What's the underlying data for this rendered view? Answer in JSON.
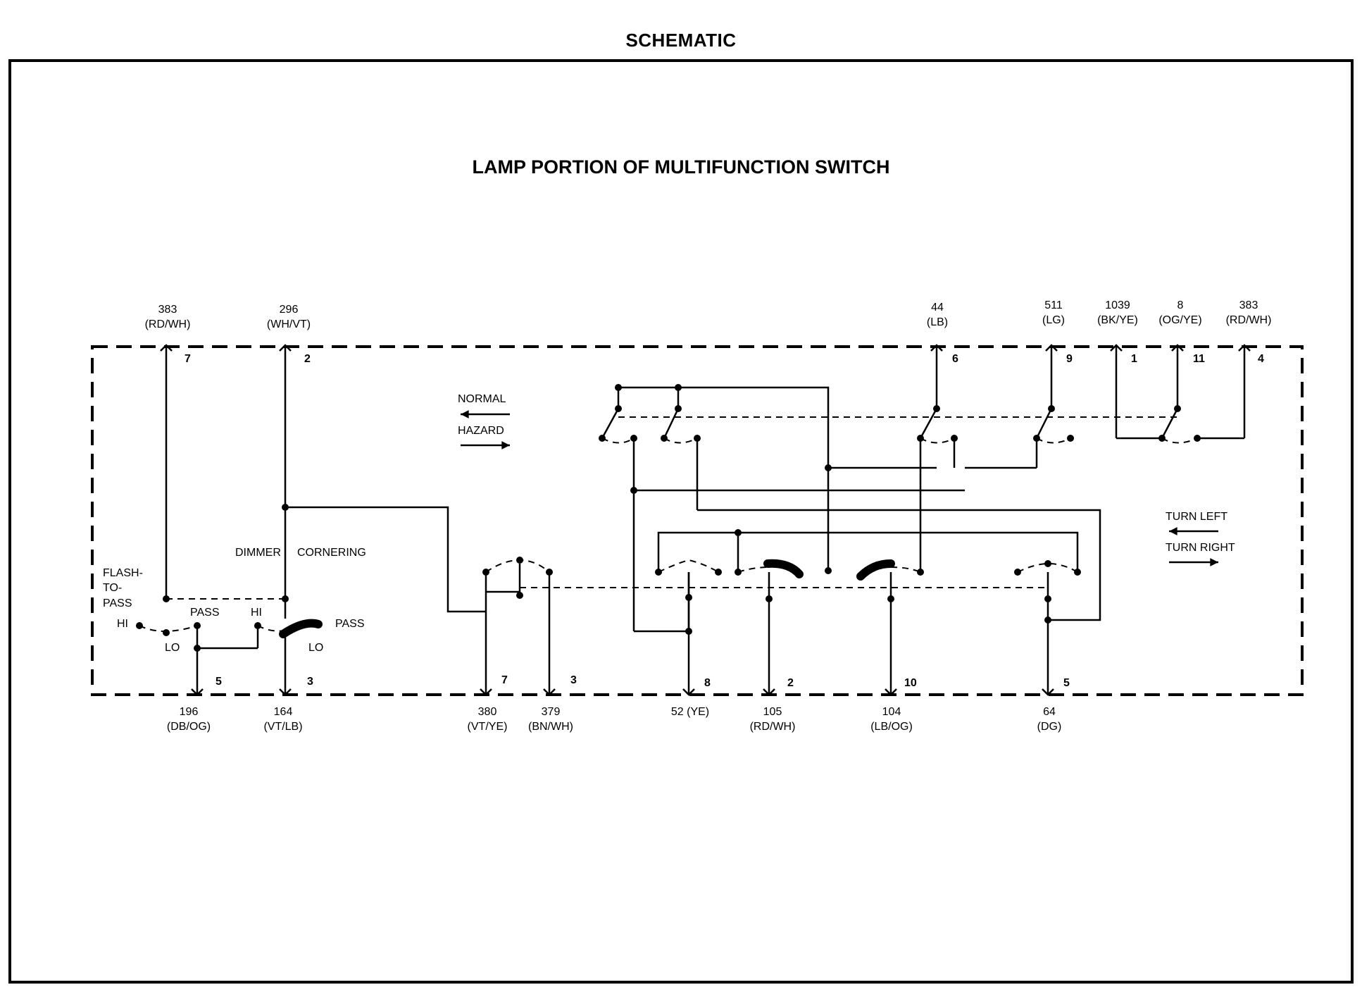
{
  "page_title": "SCHEMATIC",
  "diagram_title": "LAMP PORTION OF MULTIFUNCTION SWITCH",
  "top_connectors": [
    {
      "circuit": "383",
      "color": "(RD/WH)",
      "pin": "7"
    },
    {
      "circuit": "296",
      "color": "(WH/VT)",
      "pin": "2"
    },
    {
      "circuit": "44",
      "color": "(LB)",
      "pin": "6"
    },
    {
      "circuit": "511",
      "color": "(LG)",
      "pin": "9"
    },
    {
      "circuit": "1039",
      "color": "(BK/YE)",
      "pin": "1"
    },
    {
      "circuit": "8",
      "color": "(OG/YE)",
      "pin": "11"
    },
    {
      "circuit": "383",
      "color": "(RD/WH)",
      "pin": "4"
    }
  ],
  "bottom_connectors": [
    {
      "circuit": "196",
      "color": "(DB/OG)",
      "pin": "5"
    },
    {
      "circuit": "164",
      "color": "(VT/LB)",
      "pin": "3"
    },
    {
      "circuit": "380",
      "color": "(VT/YE)",
      "pin": "7"
    },
    {
      "circuit": "379",
      "color": "(BN/WH)",
      "pin": "3"
    },
    {
      "circuit": "52 (YE)",
      "color": "",
      "pin": "8"
    },
    {
      "circuit": "105",
      "color": "(RD/WH)",
      "pin": "2"
    },
    {
      "circuit": "104",
      "color": "(LB/OG)",
      "pin": "10"
    },
    {
      "circuit": "64",
      "color": "(DG)",
      "pin": "5"
    }
  ],
  "labels": {
    "normal": "NORMAL",
    "hazard": "HAZARD",
    "turn_left": "TURN LEFT",
    "turn_right": "TURN RIGHT",
    "dimmer": "DIMMER",
    "cornering": "CORNERING",
    "flash_1": "FLASH-",
    "flash_2": "TO-",
    "flash_3": "PASS",
    "pass_1": "PASS",
    "pass_2": "PASS",
    "hi_1": "HI",
    "hi_2": "HI",
    "lo_1": "LO",
    "lo_2": "LO"
  }
}
